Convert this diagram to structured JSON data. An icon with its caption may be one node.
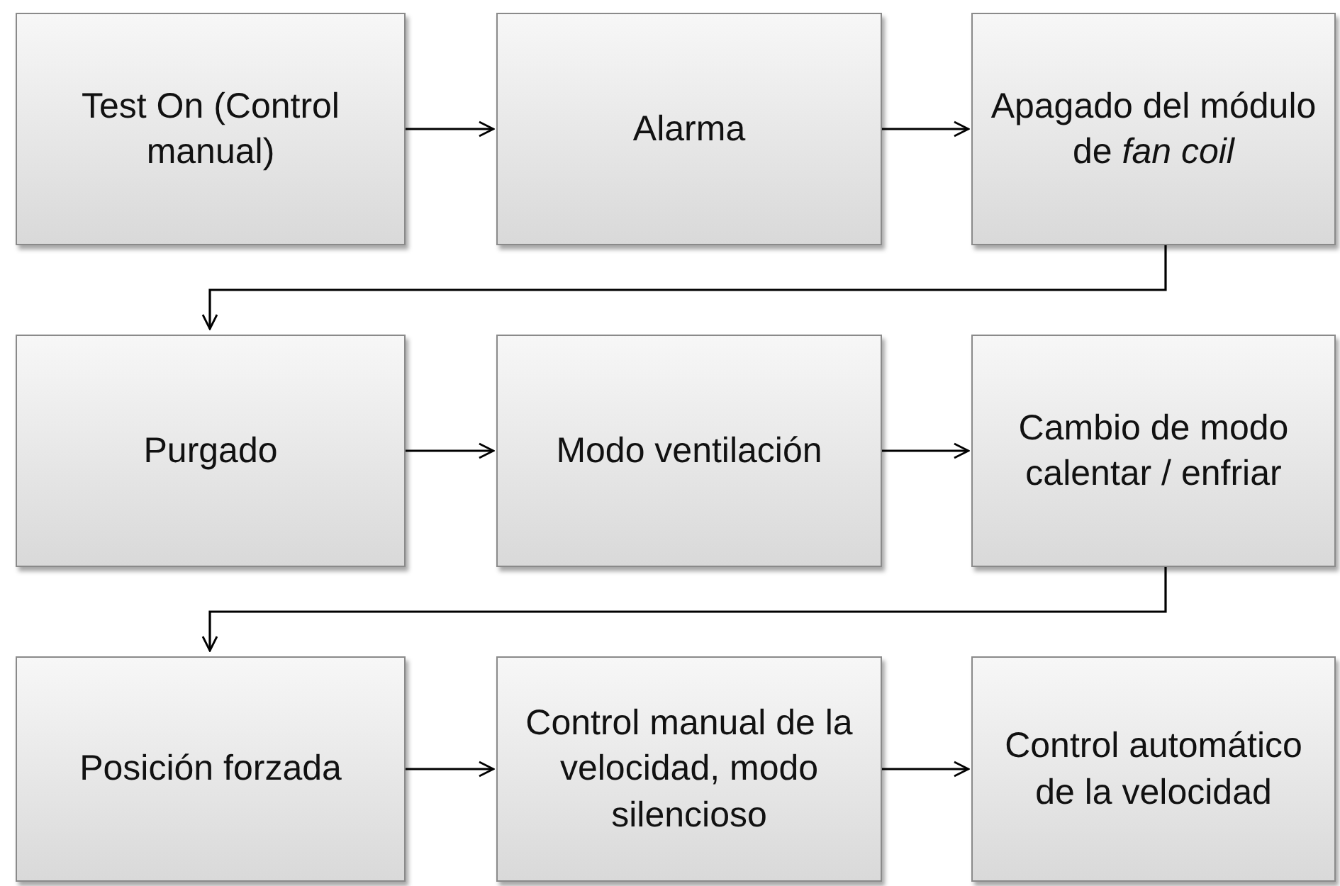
{
  "diagram": {
    "nodes": [
      {
        "text": [
          "Test On (Control manual)"
        ]
      },
      {
        "text": [
          "Alarma"
        ]
      },
      {
        "text": [
          "Apagado del módulo de *fan coil*"
        ]
      },
      {
        "text": [
          "Purgado"
        ]
      },
      {
        "text": [
          "Modo ventilación"
        ]
      },
      {
        "text": [
          "Cambio de modo calentar / enfriar"
        ]
      },
      {
        "text": [
          "Posición forzada"
        ]
      },
      {
        "text": [
          "Control manual de la velocidad, modo silencioso"
        ]
      },
      {
        "text": [
          "Control automático de la velocidad"
        ]
      }
    ],
    "edges": [
      {
        "from": 0,
        "to": 1,
        "arrow": "to"
      },
      {
        "from": 1,
        "to": 2,
        "arrow": "to"
      },
      {
        "from": 2,
        "to": 3,
        "arrow": "to"
      },
      {
        "from": 3,
        "to": 4,
        "arrow": "to"
      },
      {
        "from": 4,
        "to": 5,
        "arrow": "to"
      },
      {
        "from": 5,
        "to": 6,
        "arrow": "to"
      },
      {
        "from": 6,
        "to": 7,
        "arrow": "to"
      },
      {
        "from": 7,
        "to": 8,
        "arrow": "to"
      }
    ]
  }
}
